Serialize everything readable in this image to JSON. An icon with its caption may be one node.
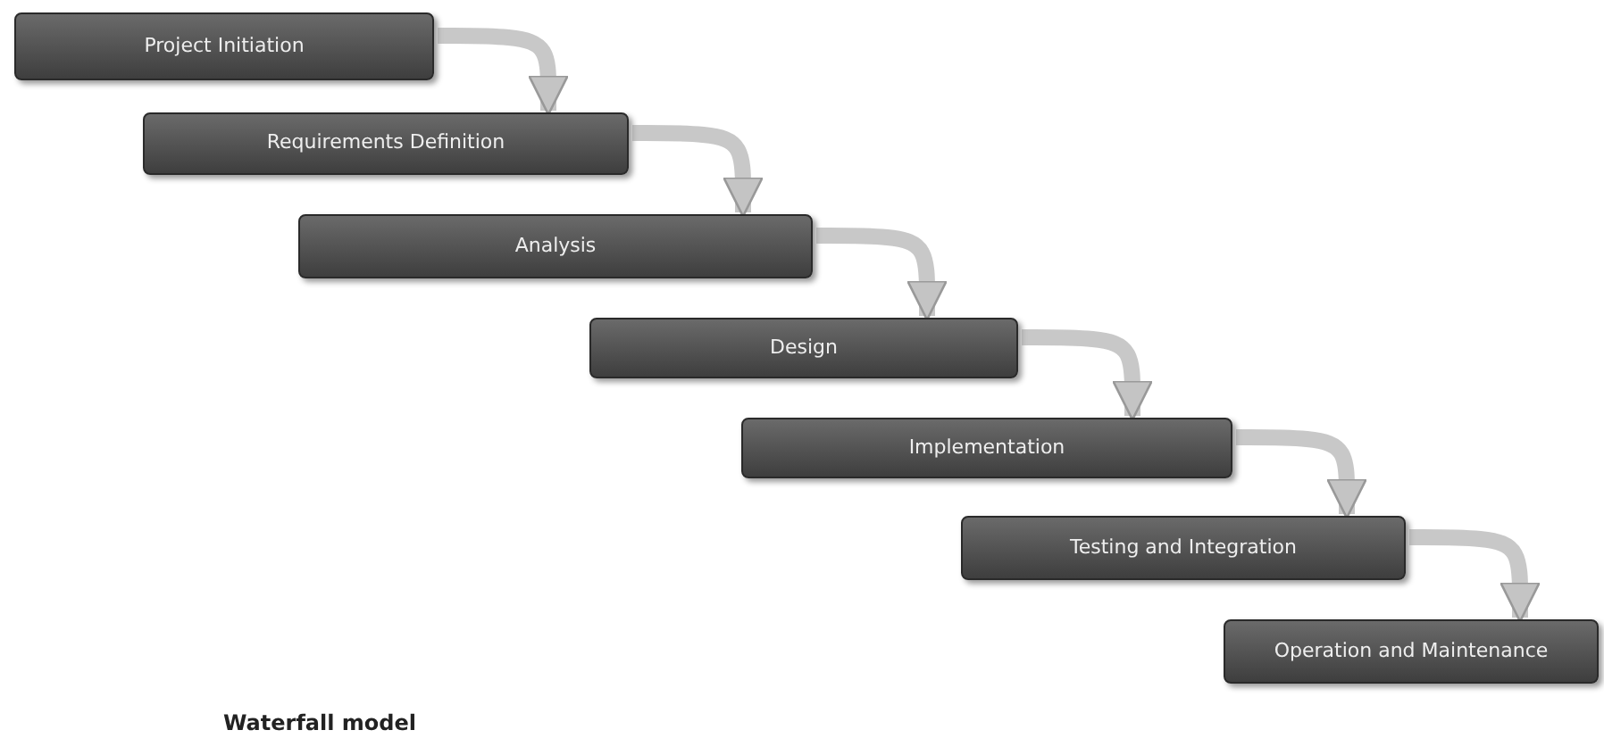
{
  "diagram": {
    "caption": "Waterfall model",
    "nodes": [
      {
        "text": [
          "Project Initiation"
        ]
      },
      {
        "text": [
          "Requirements Definition"
        ]
      },
      {
        "text": [
          "Analysis"
        ]
      },
      {
        "text": [
          "Design"
        ]
      },
      {
        "text": [
          "Implementation"
        ]
      },
      {
        "text": [
          "Testing and Integration"
        ]
      },
      {
        "text": [
          "Operation and Maintenance"
        ]
      }
    ],
    "edges": [
      {
        "from": 0,
        "to": 1,
        "arrow": "to"
      },
      {
        "from": 1,
        "to": 2,
        "arrow": "to"
      },
      {
        "from": 2,
        "to": 3,
        "arrow": "to"
      },
      {
        "from": 3,
        "to": 4,
        "arrow": "to"
      },
      {
        "from": 4,
        "to": 5,
        "arrow": "to"
      },
      {
        "from": 5,
        "to": 6,
        "arrow": "to"
      }
    ]
  }
}
